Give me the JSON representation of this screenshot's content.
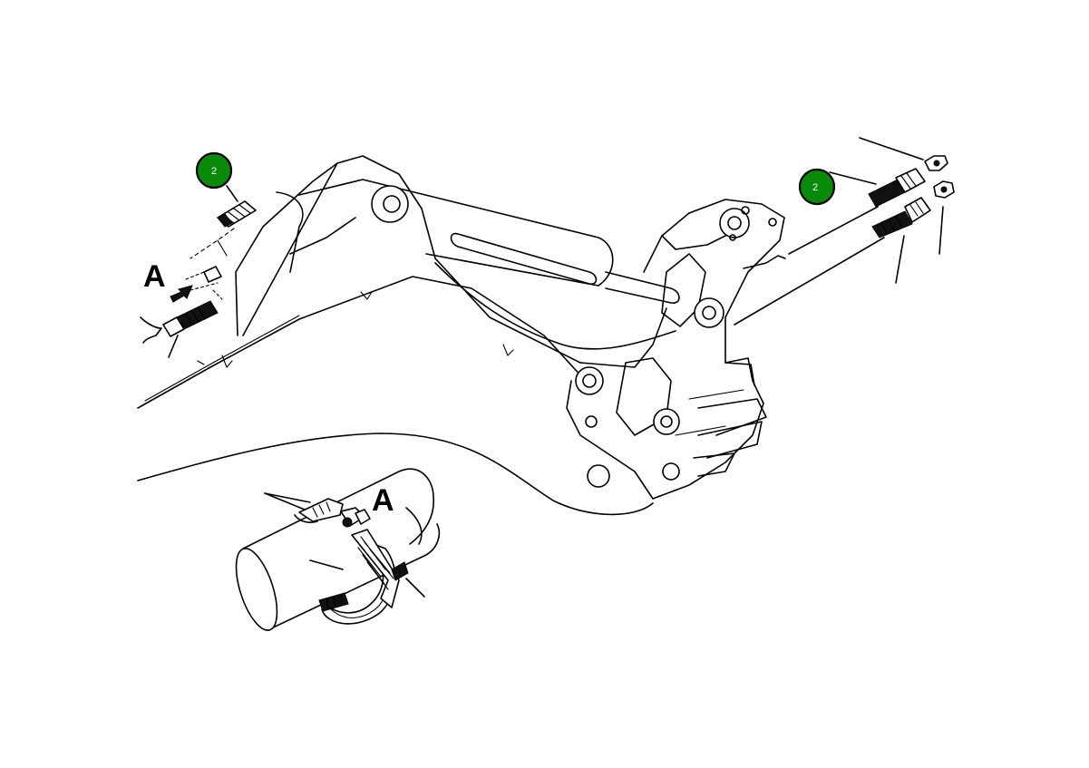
{
  "colors": {
    "badge_fill": "#0a8a0a",
    "line": "#000000",
    "background": "#ffffff"
  },
  "callouts": [
    {
      "id": "left",
      "label": "2"
    },
    {
      "id": "right",
      "label": "2"
    }
  ],
  "view_labels": {
    "detail_marker": "A",
    "detail_view": "A"
  },
  "icons": {
    "view_arrow": "detail-arrow-icon"
  }
}
